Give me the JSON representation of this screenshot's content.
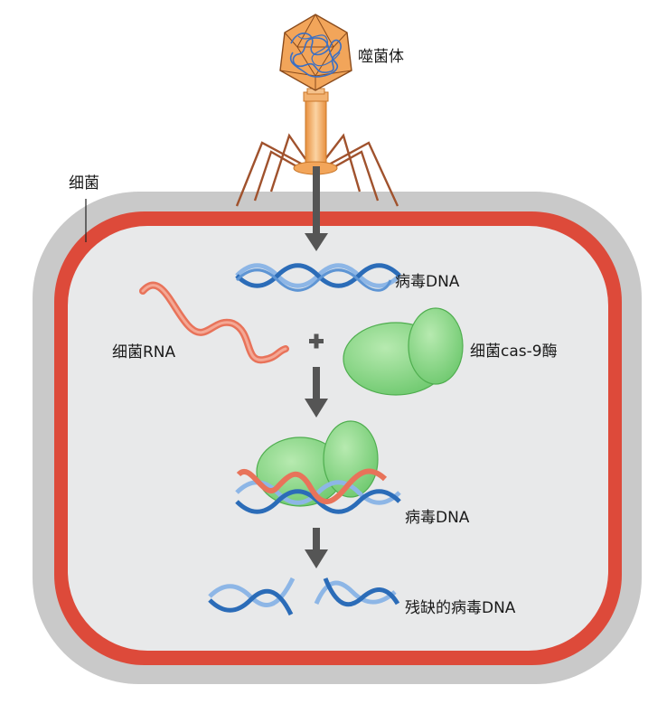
{
  "labels": {
    "phage": "噬菌体",
    "bacterium": "细菌",
    "viral_dna_1": "病毒DNA",
    "bacterial_rna": "细菌RNA",
    "plus": "+",
    "cas9": "细菌cas-9酶",
    "viral_dna_2": "病毒DNA",
    "defective_dna": "残缺的病毒DNA"
  },
  "colors": {
    "outer_wall": "#c9c9c9",
    "membrane": "#dd4a3a",
    "cytoplasm": "#e8e9ea",
    "arrow": "#555555",
    "phage_head": "#f2a55a",
    "phage_tail": "#f0a860",
    "phage_legs": "#a0522d",
    "dna_dark": "#2b6cb8",
    "dna_light": "#8db6e6",
    "rna": "#e8735a",
    "enzyme": "#7fd17f",
    "enzyme_stroke": "#4fae4f"
  }
}
